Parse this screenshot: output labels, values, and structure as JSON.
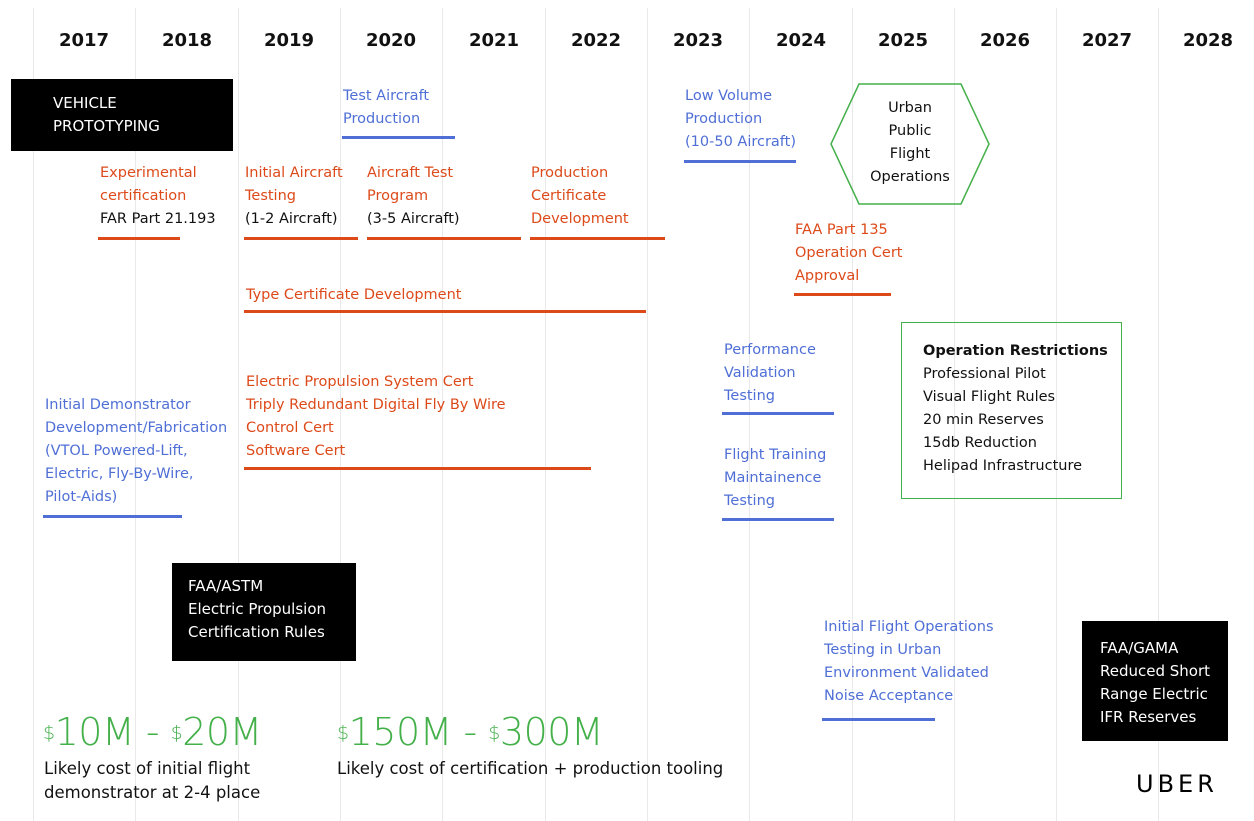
{
  "years": [
    "2017",
    "2018",
    "2019",
    "2020",
    "2021",
    "2022",
    "2023",
    "2024",
    "2025",
    "2026",
    "2027",
    "2028"
  ],
  "vehicle_prototyping": [
    "VEHICLE",
    "PROTOTYPING"
  ],
  "experimental_cert": {
    "line1": "Experimental",
    "line2": "certification",
    "line3": "FAR Part 21.193"
  },
  "initial_aircraft_testing": {
    "line1": "Initial Aircraft",
    "line2": "Testing",
    "line3": "(1-2 Aircraft)"
  },
  "aircraft_test_program": {
    "line1": "Aircraft Test",
    "line2": "Program",
    "line3": "(3-5 Aircraft)"
  },
  "production_cert_dev": [
    "Production",
    "Certificate",
    "Development"
  ],
  "test_aircraft_production": [
    "Test Aircraft",
    "Production"
  ],
  "low_volume_production": [
    "Low Volume",
    "Production",
    "(10-50 Aircraft)"
  ],
  "urban_public_flight": [
    "Urban",
    "Public",
    "Flight",
    "Operations"
  ],
  "faa_part_135": [
    "FAA Part 135",
    "Operation Cert",
    "Approval"
  ],
  "type_cert_dev": "Type Certificate Development",
  "electric_cert": [
    "Electric Propulsion System Cert",
    "Triply Redundant Digital Fly By Wire",
    "Control Cert",
    "Software Cert"
  ],
  "initial_demonstrator": [
    "Initial Demonstrator",
    "Development/Fabrication",
    "(VTOL Powered-Lift,",
    "Electric, Fly-By-Wire,",
    "Pilot-Aids)"
  ],
  "performance_validation": [
    "Performance",
    "Validation",
    "Testing"
  ],
  "flight_training": [
    "Flight Training",
    "Maintainence",
    "Testing"
  ],
  "operation_restrictions": {
    "title": "Operation Restrictions",
    "items": [
      "Professional Pilot",
      "Visual Flight Rules",
      "20 min Reserves",
      "15db Reduction",
      "Helipad Infrastructure"
    ]
  },
  "faa_astm": [
    "FAA/ASTM",
    "Electric Propulsion",
    "Certification Rules"
  ],
  "initial_flight_ops": [
    "Initial Flight Operations",
    "Testing in Urban",
    "Environment Validated",
    "Noise Acceptance"
  ],
  "faa_gama": [
    "FAA/GAMA",
    "Reduced Short",
    "Range Electric",
    "IFR Reserves"
  ],
  "cost_demonstrator": {
    "a": "10M",
    "b": "20M",
    "currency": "$",
    "sep": " - ",
    "caption1": "Likely cost of initial flight",
    "caption2": "demonstrator at 2-4 place"
  },
  "cost_certification": {
    "a": "150M",
    "b": "300M",
    "currency": "$",
    "sep": " - ",
    "caption1": "Likely cost of certification + production tooling"
  },
  "logo": "UBER",
  "colors": {
    "orange": "#dd4a1a",
    "blue": "#4f6fd6",
    "green": "#44b04a",
    "black": "#000000"
  }
}
